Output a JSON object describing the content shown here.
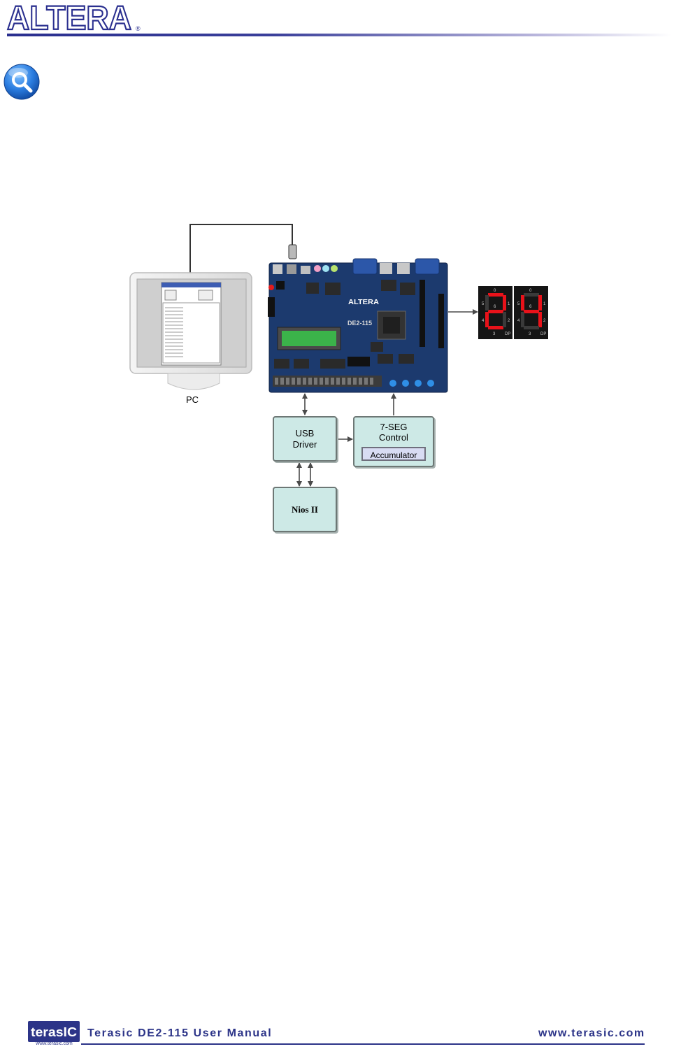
{
  "header": {
    "logo_text": "ALTERA",
    "logo_mark": "®"
  },
  "icons": {
    "search": "search-icon"
  },
  "diagram": {
    "pc_label": "PC",
    "usb_driver": {
      "line1": "USB",
      "line2": "Driver"
    },
    "seven_seg_control": {
      "line1": "7-SEG",
      "line2": "Control"
    },
    "accumulator": "Accumulator",
    "nios": "Nios II",
    "board_logo_text": "ALTERA",
    "board_name": "DE2-115",
    "display_digits": [
      "2",
      "4"
    ],
    "segment_labels": {
      "top": "0",
      "tl": "5",
      "tr": "1",
      "mid": "6",
      "bl": "4",
      "br": "2",
      "bottom": "3",
      "dp": "DP"
    },
    "colors": {
      "block_fill": "#cde9e6",
      "accumulator_fill": "#d8dcf3",
      "segment_on": "#e8121a",
      "board": "#1c3a6e"
    }
  },
  "footer": {
    "logo_text": "terasIC",
    "logo_url_small": "www.terasic.com",
    "title": "Terasic DE2-115 User Manual",
    "url": "www.terasic.com",
    "color": "#2c3488"
  }
}
